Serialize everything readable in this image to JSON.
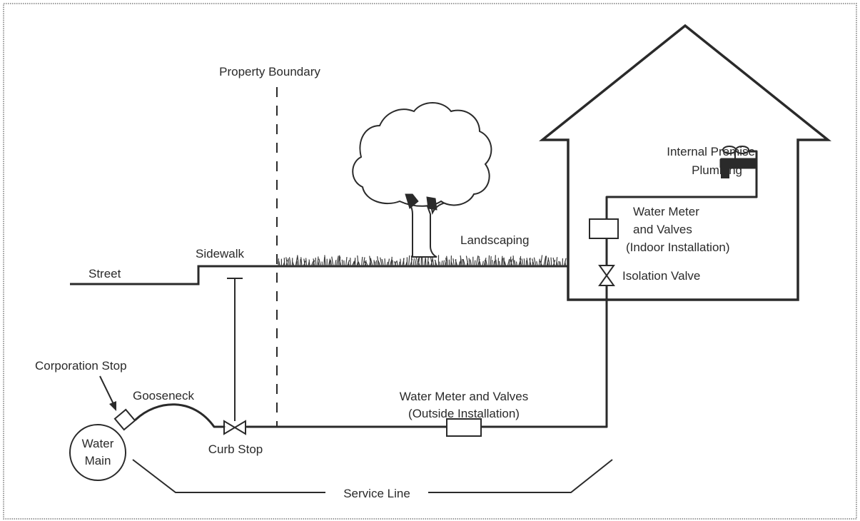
{
  "labels": {
    "property_boundary": "Property Boundary",
    "internal_premise_line1": "Internal Premise",
    "internal_premise_line2": "Plumbing",
    "indoor_meter_line1": "Water Meter",
    "indoor_meter_line2": "and Valves",
    "indoor_meter_line3": "(Indoor Installation)",
    "landscaping": "Landscaping",
    "sidewalk": "Sidewalk",
    "street": "Street",
    "isolation_valve": "Isolation Valve",
    "corporation_stop": "Corporation Stop",
    "gooseneck": "Gooseneck",
    "outside_meter_line1": "Water Meter and Valves",
    "outside_meter_line2": "(Outside Installation)",
    "water_main_line1": "Water",
    "water_main_line2": "Main",
    "curb_stop": "Curb Stop",
    "service_line": "Service Line"
  }
}
